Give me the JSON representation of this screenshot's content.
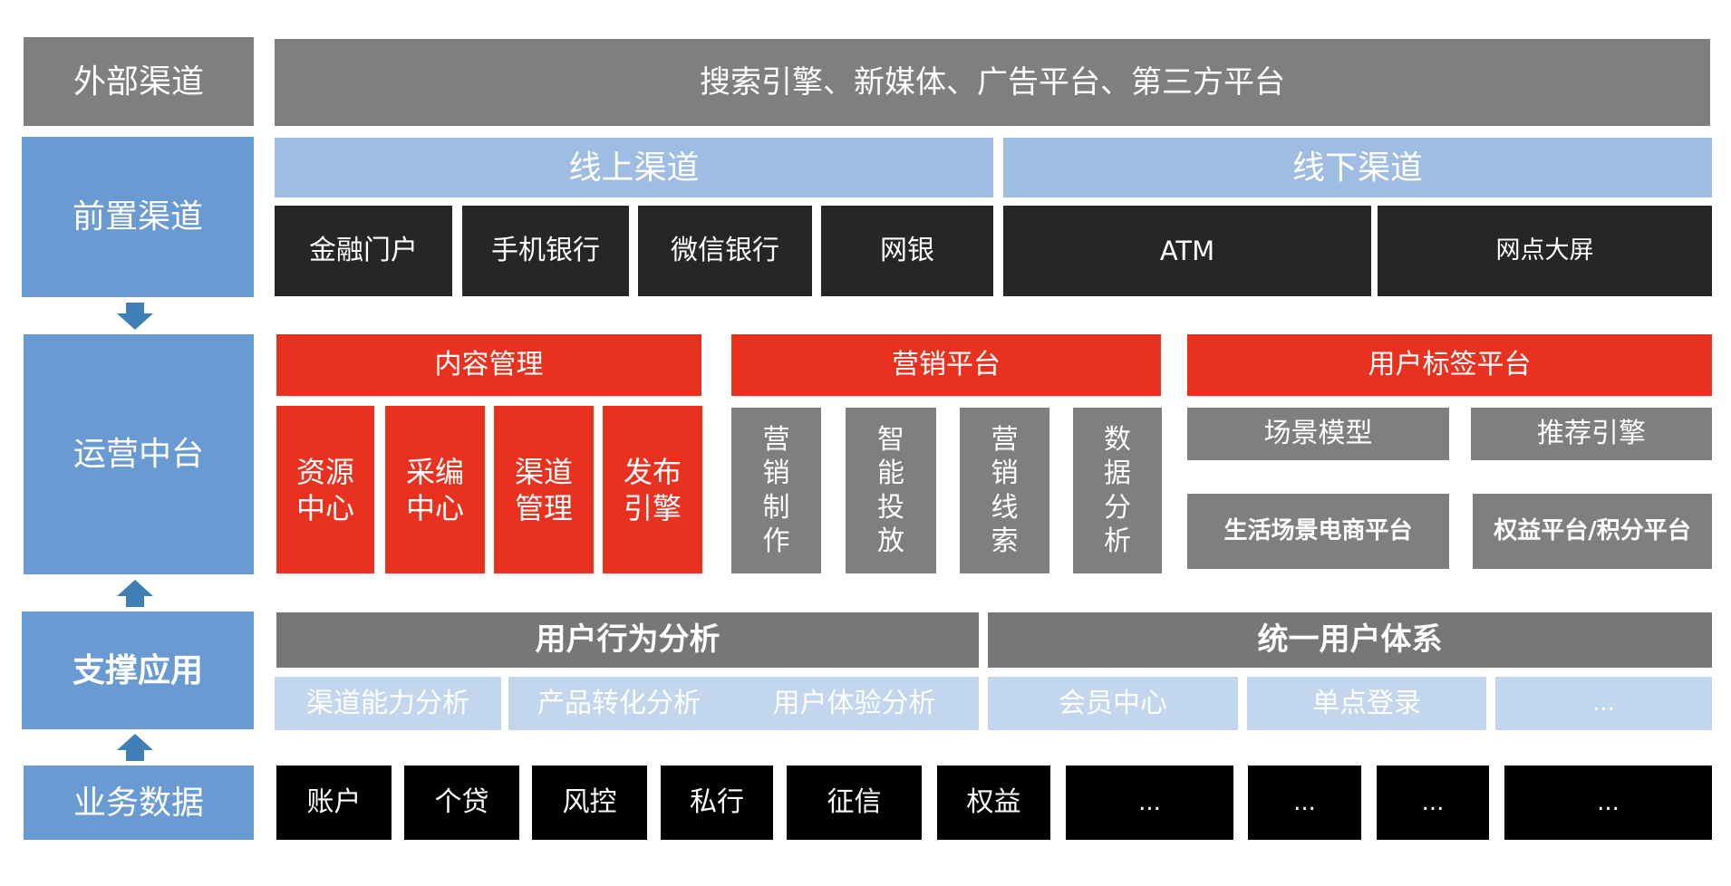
{
  "external": {
    "label": "外部渠道",
    "content": "搜索引擎、新媒体、广告平台、第三方平台"
  },
  "front": {
    "label": "前置渠道",
    "online": {
      "title": "线上渠道",
      "items": [
        "金融门户",
        "手机银行",
        "微信银行",
        "网银"
      ]
    },
    "offline": {
      "title": "线下渠道",
      "items": [
        "ATM",
        "网点大屏"
      ]
    }
  },
  "operations": {
    "label": "运营中台",
    "content_mgmt": {
      "title": "内容管理",
      "items": [
        [
          "资源",
          "中心"
        ],
        [
          "采编",
          "中心"
        ],
        [
          "渠道",
          "管理"
        ],
        [
          "发布",
          "引擎"
        ]
      ]
    },
    "marketing": {
      "title": "营销平台",
      "items": [
        [
          "营",
          "销",
          "制",
          "作"
        ],
        [
          "智",
          "能",
          "投",
          "放"
        ],
        [
          "营",
          "销",
          "线",
          "索"
        ],
        [
          "数",
          "据",
          "分",
          "析"
        ]
      ]
    },
    "user_tags": {
      "title": "用户标签平台",
      "items": [
        "场景模型",
        "推荐引擎",
        "生活场景电商平台",
        "权益平台/积分平台"
      ]
    }
  },
  "support": {
    "label": "支撑应用",
    "behavior": {
      "title": "用户行为分析",
      "items": [
        "渠道能力分析",
        "产品转化分析",
        "用户体验分析"
      ]
    },
    "unified": {
      "title": "统一用户体系",
      "items": [
        "会员中心",
        "单点登录",
        "..."
      ]
    }
  },
  "business": {
    "label": "业务数据",
    "items": [
      "账户",
      "个贷",
      "风控",
      "私行",
      "征信",
      "权益",
      "...",
      "...",
      "...",
      "..."
    ]
  },
  "colors": {
    "side_blue": "#6a9ad2",
    "gray": "#7f7f7f",
    "light_blue": "#9fbde2",
    "pale_blue": "#c2d6ee",
    "dark": "#262626",
    "red": "#e8321f",
    "arrow_blue": "#3f7fb6"
  }
}
